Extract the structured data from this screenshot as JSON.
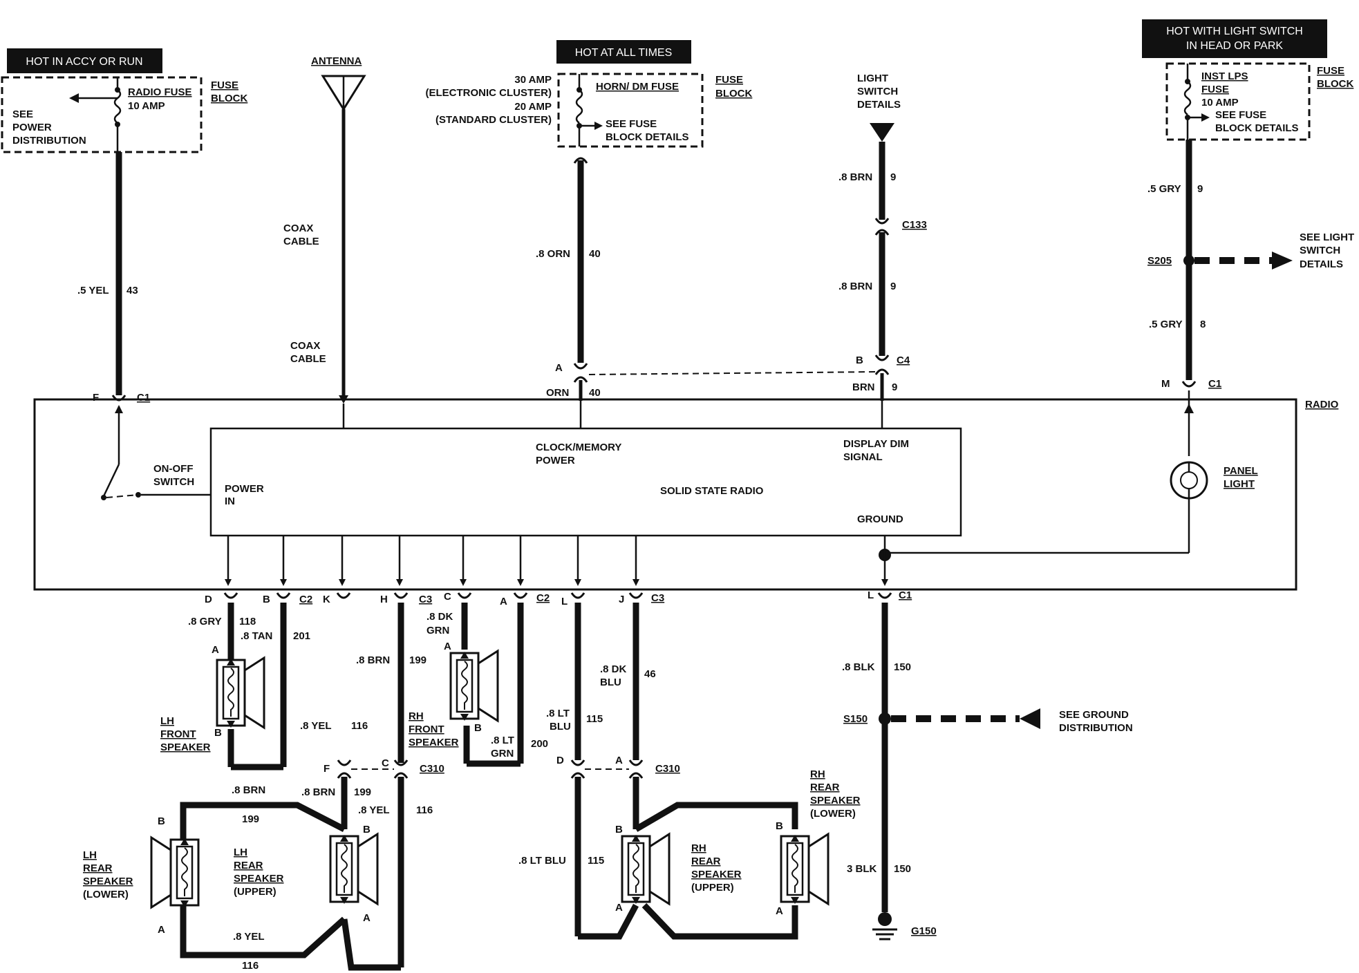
{
  "banners": {
    "accy": "HOT IN ACCY OR RUN",
    "all_times": "HOT AT ALL TIMES",
    "light_sw_1": "HOT WITH LIGHT SWITCH",
    "light_sw_2": "IN HEAD OR PARK"
  },
  "fuse_left": {
    "fuse_l1": "RADIO FUSE",
    "fuse_l2": "10 AMP",
    "block_l1": "FUSE",
    "block_l2": "BLOCK",
    "see_l1": "SEE",
    "see_l2": "POWER",
    "see_l3": "DISTRIBUTION"
  },
  "fuse_mid": {
    "amp30": "30 AMP",
    "electronic": "(ELECTRONIC CLUSTER)",
    "amp20": "20 AMP",
    "standard": "(STANDARD CLUSTER)",
    "fuse_name": "HORN/ DM FUSE",
    "see_l1": "SEE FUSE",
    "see_l2": "BLOCK DETAILS",
    "block_l1": "FUSE",
    "block_l2": "BLOCK"
  },
  "fuse_right": {
    "name_l1": "INST LPS",
    "name_l2": "FUSE",
    "amp": "10 AMP",
    "see_l1": "SEE FUSE",
    "see_l2": "BLOCK DETAILS",
    "block_l1": "FUSE",
    "block_l2": "BLOCK"
  },
  "antenna": {
    "label": "ANTENNA",
    "coax_top_1": "COAX",
    "coax_top_2": "CABLE",
    "coax_bot_1": "COAX",
    "coax_bot_2": "CABLE"
  },
  "light_switch": {
    "l1": "LIGHT",
    "l2": "SWITCH",
    "l3": "DETAILS"
  },
  "see_light_switch": {
    "l1": "SEE LIGHT",
    "l2": "SWITCH",
    "l3": "DETAILS"
  },
  "see_ground": {
    "l1": "SEE GROUND",
    "l2": "DISTRIBUTION"
  },
  "radio": {
    "label": "RADIO",
    "on_off_1": "ON-OFF",
    "on_off_2": "SWITCH",
    "power_in_1": "POWER",
    "power_in_2": "IN",
    "clock_1": "CLOCK/MEMORY",
    "clock_2": "POWER",
    "dim_1": "DISPLAY DIM",
    "dim_2": "SIGNAL",
    "ssr": "SOLID STATE RADIO",
    "ground": "GROUND",
    "panel_1": "PANEL",
    "panel_2": "LIGHT"
  },
  "wires": {
    "yel43": ".5 YEL",
    "c43": "43",
    "orn40": ".8 ORN",
    "c40": "40",
    "orn_short": "ORN",
    "c40b": "40",
    "brn9a": ".8 BRN",
    "c9a": "9",
    "brn9b": ".8 BRN",
    "c9b": "9",
    "brn_short": "BRN",
    "c9c": "9",
    "gry9": ".5 GRY",
    "c9d": "9",
    "gry8": ".5 GRY",
    "c8": "8",
    "gry118": ".8 GRY",
    "c118": "118",
    "tan201": ".8 TAN",
    "c201": "201",
    "yel116a": ".8 YEL",
    "c116a": "116",
    "brn199a": ".8 BRN",
    "c199a": "199",
    "dkgrn_1": ".8 DK",
    "dkgrn_2": "GRN",
    "ltgrn_1": ".8 LT",
    "ltgrn_2": "GRN",
    "c200": "200",
    "ltblu_1": ".8 LT",
    "ltblu_2": "BLU",
    "c115a": "115",
    "dkblu_1": ".8 DK",
    "dkblu_2": "BLU",
    "c46": "46",
    "blk150a": ".8 BLK",
    "c150a": "150",
    "blk150b": "3 BLK",
    "c150b": "150",
    "brn199b": ".8 BRN",
    "c199b": "199",
    "brn199c": ".8 BRN",
    "c199c": "199",
    "yel116b": ".8 YEL",
    "c116b": "116",
    "yel116c": ".8 YEL",
    "c116c": "116",
    "ltblu115b": ".8 LT BLU",
    "c115b": "115"
  },
  "connectors": {
    "c1_f_pin": "F",
    "c1_f": "C1",
    "c4_a_pin": "A",
    "c4_b_pin": "B",
    "c4": "C4",
    "c133": "C133",
    "s205": "S205",
    "c1_m_pin": "M",
    "c1_m": "C1",
    "d_pin": "D",
    "b_pin_c2": "B",
    "c2a": "C2",
    "k_pin": "K",
    "h_pin": "H",
    "c3a": "C3",
    "c_pin": "C",
    "a_pin_c2": "A",
    "c2b": "C2",
    "l_pin_c3": "L",
    "j_pin": "J",
    "c3b": "C3",
    "l_pin_c1": "L",
    "c1_l": "C1",
    "s150": "S150",
    "g150": "G150",
    "c310_f": "F",
    "c310_c": "C",
    "c310a": "C310",
    "c310_d": "D",
    "c310_a": "A",
    "c310b": "C310"
  },
  "speakers": {
    "lhf_1": "LH",
    "lhf_2": "FRONT",
    "lhf_3": "SPEAKER",
    "lhf_a": "A",
    "lhf_b": "B",
    "rhf_1": "RH",
    "rhf_2": "FRONT",
    "rhf_3": "SPEAKER",
    "rhf_a": "A",
    "rhf_b": "B",
    "lhrl_1": "LH",
    "lhrl_2": "REAR",
    "lhrl_3": "SPEAKER",
    "lhrl_4": "(LOWER)",
    "lhrl_b": "B",
    "lhrl_a": "A",
    "lhru_1": "LH",
    "lhru_2": "REAR",
    "lhru_3": "SPEAKER",
    "lhru_4": "(UPPER)",
    "lhru_b": "B",
    "lhru_a": "A",
    "rhru_1": "RH",
    "rhru_2": "REAR",
    "rhru_3": "SPEAKER",
    "rhru_4": "(UPPER)",
    "rhru_b": "B",
    "rhru_a": "A",
    "rhrl_1": "RH",
    "rhrl_2": "REAR",
    "rhrl_3": "SPEAKER",
    "rhrl_4": "(LOWER)",
    "rhrl_b": "B",
    "rhrl_a": "A"
  }
}
